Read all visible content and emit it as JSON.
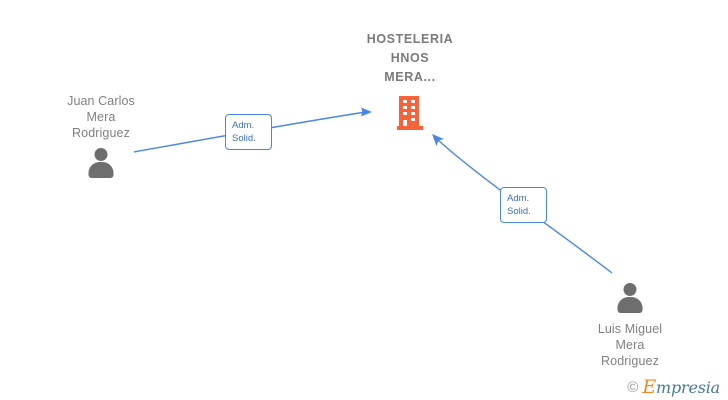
{
  "graph": {
    "company": {
      "name": "HOSTELERIA\nHNOS\nMERA...",
      "icon": "building-icon",
      "color": "#f4633a"
    },
    "persons": [
      {
        "id": "juan-carlos-mera-rodriguez",
        "name": "Juan Carlos\nMera\nRodriguez",
        "icon": "person-icon",
        "color": "#6e6e6e"
      },
      {
        "id": "luis-miguel-mera-rodriguez",
        "name": "Luis Miguel\nMera\nRodriguez",
        "icon": "person-icon",
        "color": "#6e6e6e"
      }
    ],
    "edges": [
      {
        "from": "juan-carlos-mera-rodriguez",
        "to": "company",
        "label_line1": "Adm.",
        "label_line2": "Solid.",
        "color": "#4a86e8"
      },
      {
        "from": "luis-miguel-mera-rodriguez",
        "to": "company",
        "label_line1": "Adm.",
        "label_line2": "Solid.",
        "color": "#4a86e8"
      }
    ]
  },
  "watermark": {
    "copyright": "©",
    "brand_initial": "E",
    "brand_rest": "mpresia"
  }
}
